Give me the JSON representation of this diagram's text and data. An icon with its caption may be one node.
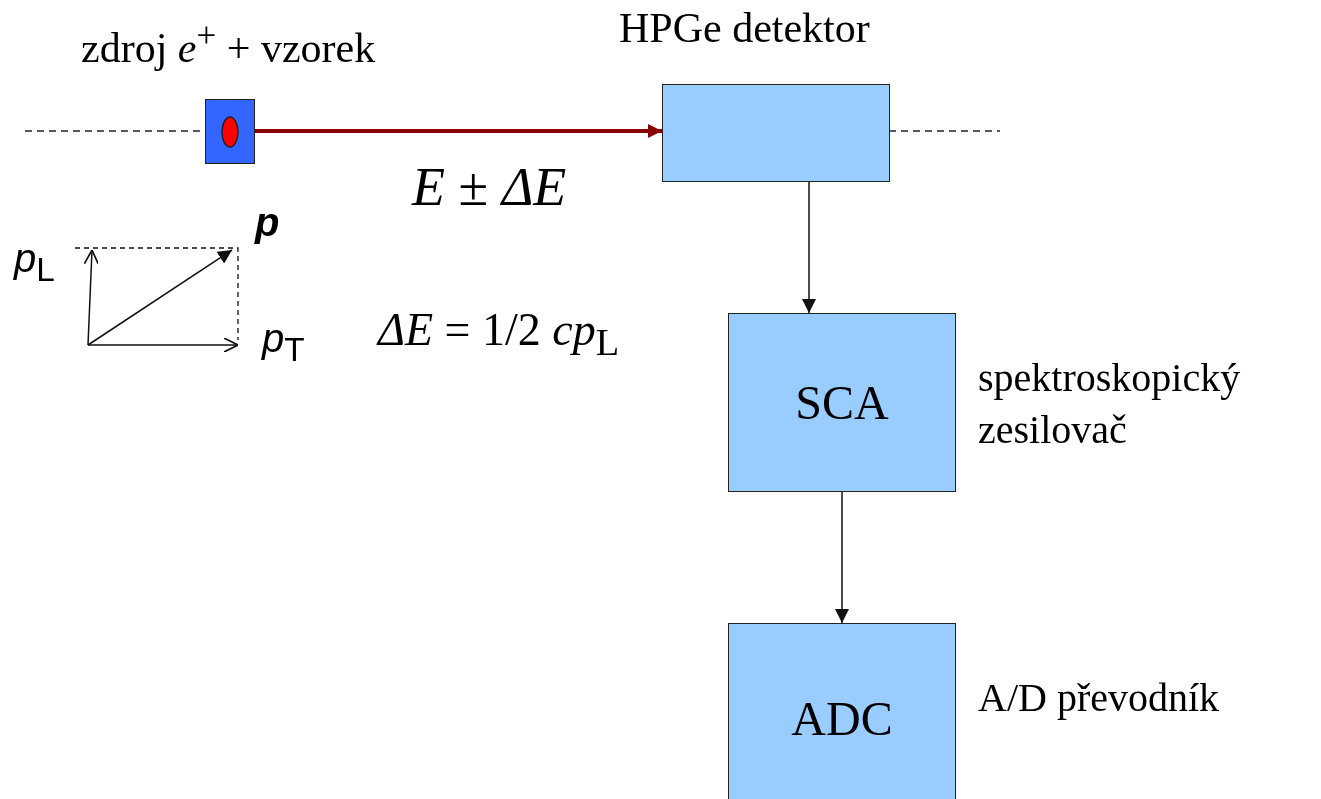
{
  "diagram": {
    "nodes": [
      {
        "text": [
          "zdroj *e*$^{+}$ + vzorek"
        ]
      },
      {
        "text": [
          "HPGe detektor"
        ]
      },
      {
        "text": [
          "SCA"
        ],
        "beside": [
          "spektroskopický zesilovač"
        ]
      },
      {
        "text": [
          "ADC"
        ],
        "beside": [
          "A/D převodník"
        ]
      }
    ],
    "edges": [
      {
        "from": 0,
        "to": 1,
        "arrow": "to",
        "label": "*E* ± *ΔE*",
        "style": "thick",
        "color": "#8b0000"
      },
      {
        "from": 1,
        "to": 2,
        "arrow": "to"
      },
      {
        "from": 2,
        "to": 3,
        "arrow": "to"
      }
    ],
    "labels": [
      "*p*$_{L}$",
      "*p*",
      "*p*$_{T}$",
      "*ΔE* = 1/2 *cp*$_{L}$"
    ]
  }
}
